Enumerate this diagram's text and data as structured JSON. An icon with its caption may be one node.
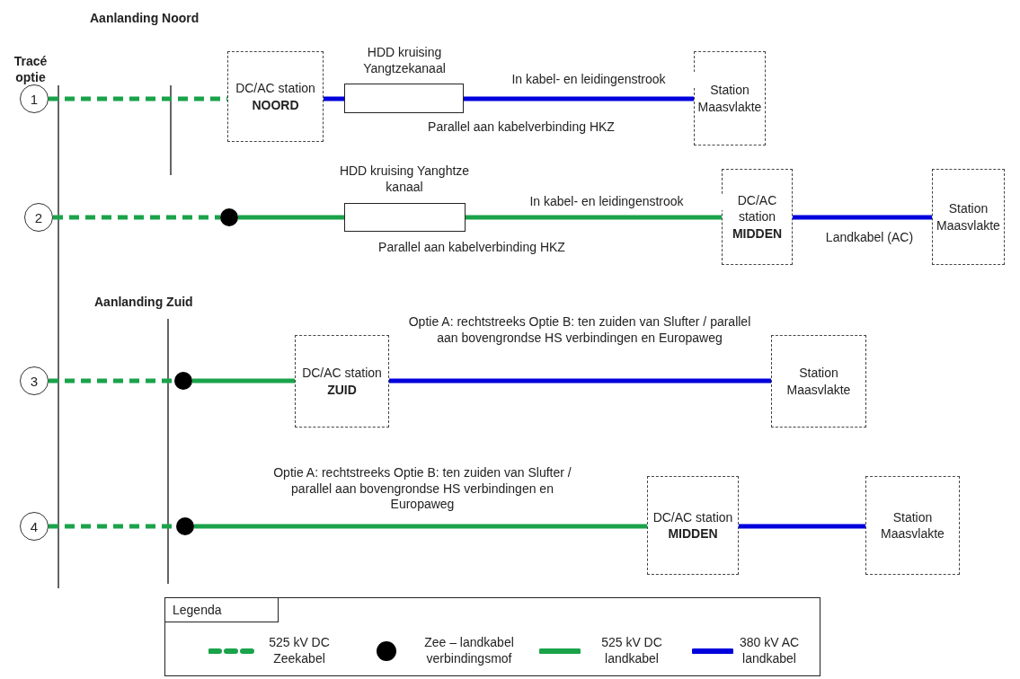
{
  "diagram": {
    "nodes": [
      {
        "text": [
          "1"
        ]
      },
      {
        "text": [
          "DC/AC station **NOORD**"
        ]
      },
      {
        "text": [
          "HDD kruising Yangtzekanaal"
        ]
      },
      {
        "text": [
          "Station Maasvlakte"
        ]
      },
      {
        "text": [
          "2"
        ]
      },
      {
        "text": [],
        "shape": "circle"
      },
      {
        "text": [
          "HDD kruising Yanghtze kanaal"
        ]
      },
      {
        "text": [
          "DC/AC station **MIDDEN**"
        ]
      },
      {
        "text": [
          "Station Maasvlakte"
        ]
      },
      {
        "text": [
          "3"
        ]
      },
      {
        "text": [],
        "shape": "circle"
      },
      {
        "text": [
          "DC/AC station **ZUID**"
        ]
      },
      {
        "text": [
          "Station Maasvlakte"
        ]
      },
      {
        "text": [
          "4"
        ]
      },
      {
        "text": [],
        "shape": "circle"
      },
      {
        "text": [
          "DC/AC station **MIDDEN**"
        ]
      },
      {
        "text": [
          "Station Maasvlakte"
        ]
      }
    ],
    "edges": [
      {
        "from": 0,
        "to": 1,
        "arrow": "none",
        "style": "dashed",
        "color": "#1aa34a"
      },
      {
        "from": 1,
        "to": 2,
        "arrow": "none",
        "color": "#0000dd"
      },
      {
        "from": 2,
        "to": 3,
        "arrow": "none",
        "color": "#0000dd",
        "label": "In kabel- en leidingenstrook"
      },
      {
        "from": 4,
        "to": 5,
        "arrow": "none",
        "style": "dashed",
        "color": "#1aa34a"
      },
      {
        "from": 5,
        "to": 6,
        "arrow": "none",
        "color": "#1aa34a"
      },
      {
        "from": 6,
        "to": 7,
        "arrow": "none",
        "color": "#1aa34a",
        "label": "In kabel- en leidingenstrook"
      },
      {
        "from": 7,
        "to": 8,
        "arrow": "none",
        "color": "#0000dd",
        "label": "Landkabel (AC)"
      },
      {
        "from": 9,
        "to": 10,
        "arrow": "none",
        "style": "dashed",
        "color": "#1aa34a"
      },
      {
        "from": 10,
        "to": 11,
        "arrow": "none",
        "color": "#1aa34a"
      },
      {
        "from": 11,
        "to": 12,
        "arrow": "none",
        "color": "#0000dd",
        "label": "Optie A: rechtstreeks Optie B: ten zuiden van Slufter / parallel aan bovengrondse HS verbindingen en Europaweg"
      },
      {
        "from": 13,
        "to": 14,
        "arrow": "none",
        "style": "dashed",
        "color": "#1aa34a"
      },
      {
        "from": 14,
        "to": 15,
        "arrow": "none",
        "color": "#1aa34a",
        "label": "Optie A: rechtstreeks Optie B: ten zuiden van Slufter / parallel aan bovengrondse HS verbindingen en Europaweg"
      },
      {
        "from": 15,
        "to": 16,
        "arrow": "none",
        "color": "#0000dd"
      }
    ],
    "labels": [
      "Aanlanding Noord",
      "Tracé optie",
      "Parallel aan kabelverbinding HKZ",
      "Parallel aan kabelverbinding HKZ",
      "Aanlanding Zuid",
      "Legenda"
    ],
    "legend": [
      {
        "text": "525 kV DC Zeekabel"
      },
      {
        "text": "Zee – landkabel verbindingsmof"
      },
      {
        "text": "525 kV DC landkabel"
      },
      {
        "text": "380 kV AC landkabel"
      }
    ]
  }
}
